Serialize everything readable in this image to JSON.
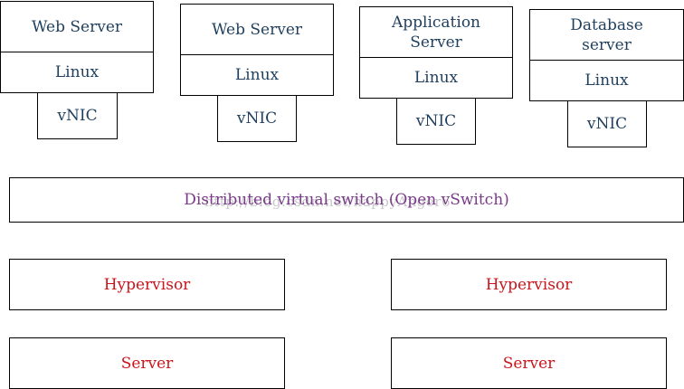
{
  "stacks": [
    {
      "app_lines": [
        "Web Server"
      ],
      "os": "Linux",
      "nic": "vNIC"
    },
    {
      "app_lines": [
        "Web Server"
      ],
      "os": "Linux",
      "nic": "vNIC"
    },
    {
      "app_lines": [
        "Application",
        "Server"
      ],
      "os": "Linux",
      "nic": "vNIC"
    },
    {
      "app_lines": [
        "Database",
        "server"
      ],
      "os": "Linux",
      "nic": "vNIC"
    }
  ],
  "switch_label": "Distributed virtual switch (Open vSwitch)",
  "watermark": "http://blog.csdn.net/happyAnger6",
  "hosts": [
    {
      "hypervisor": "Hypervisor",
      "server": "Server"
    },
    {
      "hypervisor": "Hypervisor",
      "server": "Server"
    }
  ],
  "colors": {
    "vm_text": "#1f3f5e",
    "switch_text": "#7a3a8a",
    "host_text": "#c8161d"
  }
}
